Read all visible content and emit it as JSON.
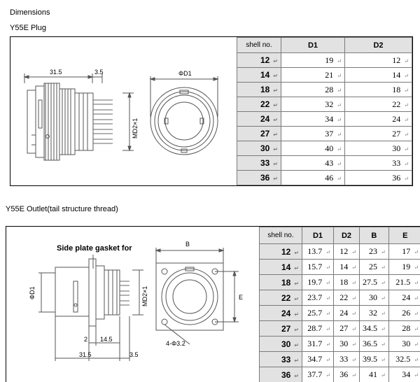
{
  "page": {
    "heading": "Dimensions",
    "section1_title": "Y55E Plug",
    "section2_title": "Y55E Outlet(tail structure thread)"
  },
  "plug_drawing": {
    "dim_length": "31.5",
    "dim_tail": "3.5",
    "dim_thread": "MD2×1",
    "dim_diameter": "ΦD1"
  },
  "outlet_drawing": {
    "callout": "Side plate gasket for",
    "dim_d1": "ΦD1",
    "dim_thread": "MD2×1",
    "dim_b": "B",
    "dim_e": "E",
    "dim_gap": "2",
    "dim_mid": "14.5",
    "dim_length": "31.5",
    "dim_tail": "3.5",
    "dim_holes": "4-Φ3.2"
  },
  "plug_table": {
    "headers": [
      "shell no.",
      "D1",
      "D2"
    ],
    "rows": [
      [
        "12",
        "19",
        "12"
      ],
      [
        "14",
        "21",
        "14"
      ],
      [
        "18",
        "28",
        "18"
      ],
      [
        "22",
        "32",
        "22"
      ],
      [
        "24",
        "34",
        "24"
      ],
      [
        "27",
        "37",
        "27"
      ],
      [
        "30",
        "40",
        "30"
      ],
      [
        "33",
        "43",
        "33"
      ],
      [
        "36",
        "46",
        "36"
      ]
    ]
  },
  "outlet_table": {
    "headers": [
      "shell no.",
      "D1",
      "D2",
      "B",
      "E"
    ],
    "rows": [
      [
        "12",
        "13.7",
        "12",
        "23",
        "17"
      ],
      [
        "14",
        "15.7",
        "14",
        "25",
        "19"
      ],
      [
        "18",
        "19.7",
        "18",
        "27.5",
        "21.5"
      ],
      [
        "22",
        "23.7",
        "22",
        "30",
        "24"
      ],
      [
        "24",
        "25.7",
        "24",
        "32",
        "26"
      ],
      [
        "27",
        "28.7",
        "27",
        "34.5",
        "28"
      ],
      [
        "30",
        "31.7",
        "30",
        "36.5",
        "30"
      ],
      [
        "33",
        "34.7",
        "33",
        "39.5",
        "32.5"
      ],
      [
        "36",
        "37.7",
        "36",
        "41",
        "34"
      ]
    ]
  }
}
